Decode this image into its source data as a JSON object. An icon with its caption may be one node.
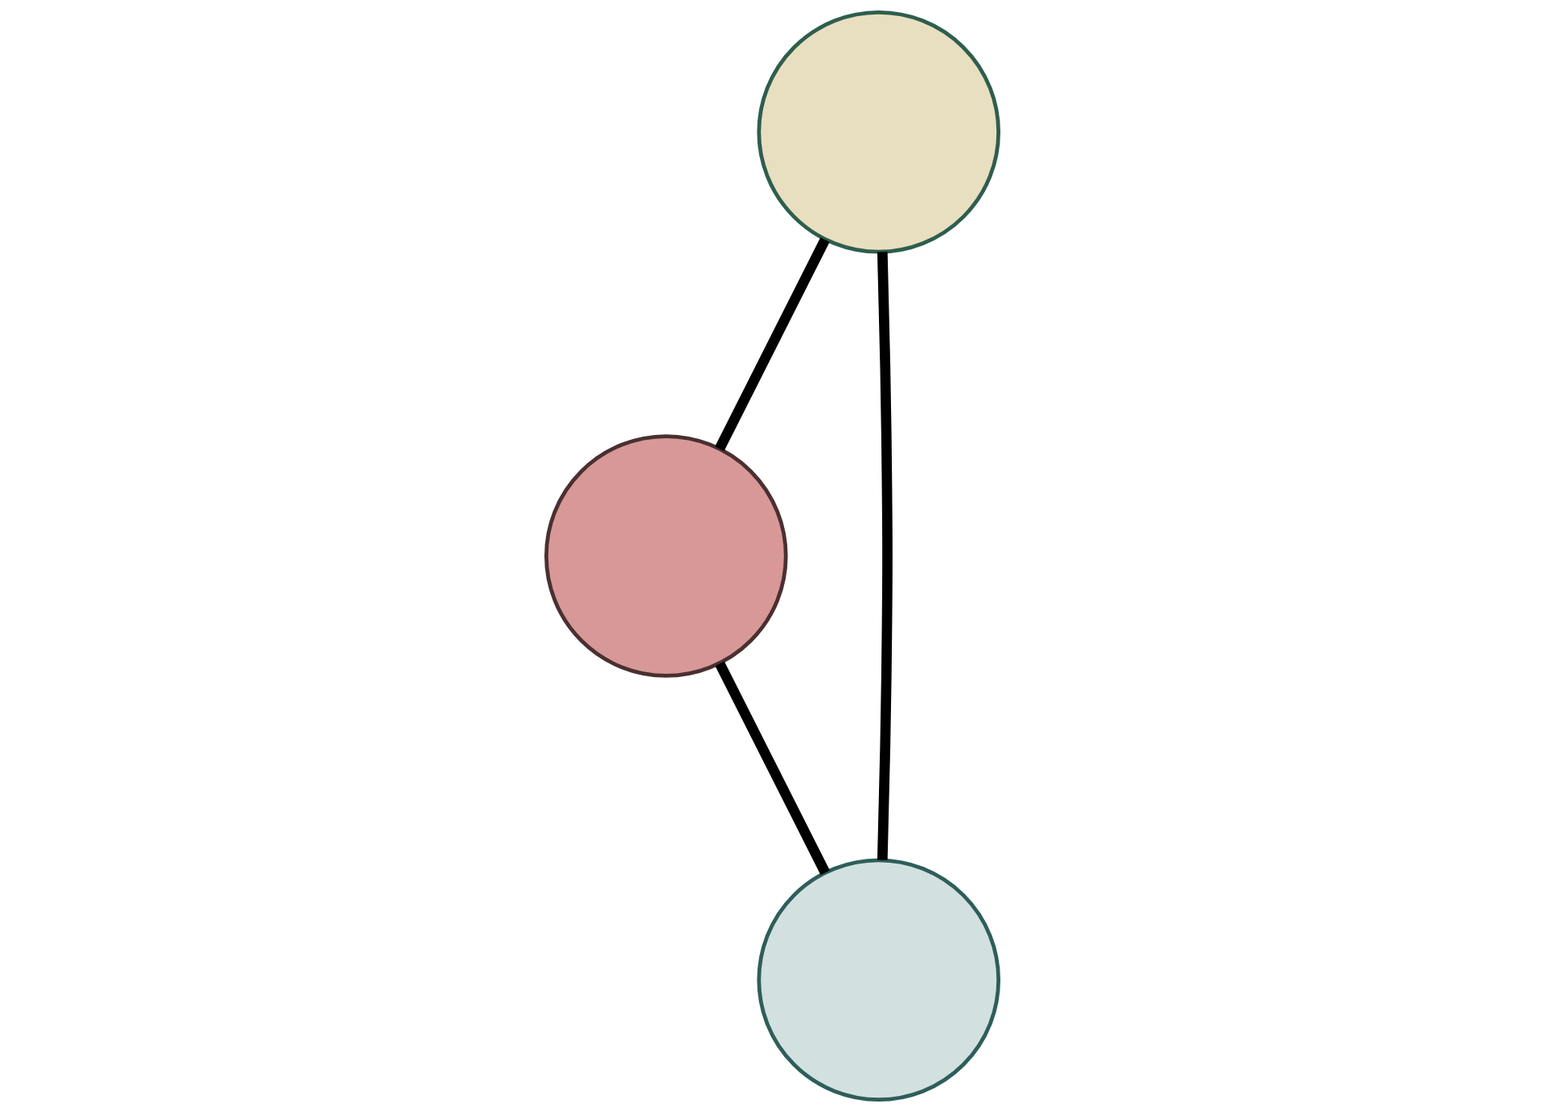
{
  "diagram": {
    "nodes": [
      {
        "text": [],
        "shape": "circle"
      },
      {
        "text": [],
        "shape": "circle"
      },
      {
        "text": [],
        "shape": "circle"
      }
    ],
    "edges": [
      {
        "from": 0,
        "to": 1,
        "arrow": "none"
      },
      {
        "from": 0,
        "to": 2,
        "arrow": "none"
      },
      {
        "from": 1,
        "to": 2,
        "arrow": "none"
      }
    ]
  }
}
